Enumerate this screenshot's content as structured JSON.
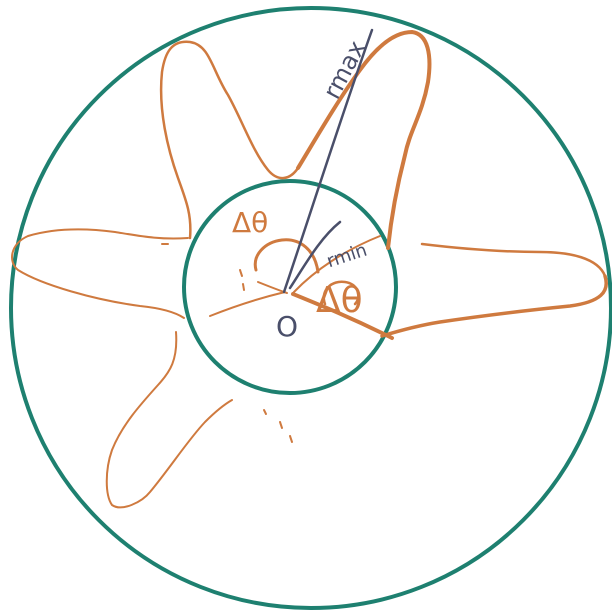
{
  "colors": {
    "circle_stroke": "#1e8070",
    "petal_stroke": "#cf7a3f",
    "radius_stroke": "#4a4f6a",
    "background": "#ffffff"
  },
  "labels": {
    "origin": "O",
    "r_max": "rmax",
    "r_min": "rmin",
    "delta_theta_top": "Δθ",
    "delta_theta_right": "Δθ"
  }
}
